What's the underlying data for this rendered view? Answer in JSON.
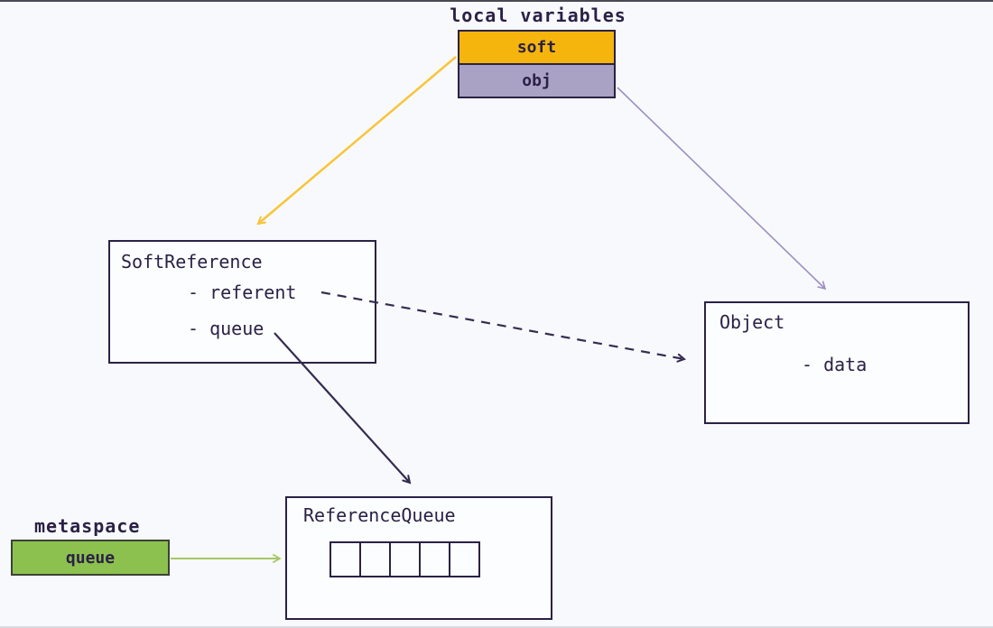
{
  "labels": {
    "local_variables": "local variables",
    "metaspace": "metaspace"
  },
  "stack": {
    "soft": "soft",
    "obj": "obj"
  },
  "soft_reference": {
    "title": "SoftReference",
    "field_referent": "- referent",
    "field_queue": "- queue"
  },
  "object": {
    "title": "Object",
    "field_data": "- data"
  },
  "reference_queue": {
    "title": "ReferenceQueue",
    "cell_count": 5
  },
  "metaspace_box": {
    "label": "queue"
  },
  "colors": {
    "background": "#f8f9fc",
    "text": "#2b2147",
    "soft_fill": "#f5b50c",
    "obj_fill": "#a9a2c4",
    "metaspace_fill": "#8cc04f",
    "arrow_soft_to_softreference": "#f8c53a",
    "arrow_obj_to_object": "#9d8fc6",
    "arrow_referent_to_object": "#352b52",
    "arrow_queue_to_referencequeue": "#352b52",
    "arrow_metaspace_to_referencequeue": "#a6c766"
  },
  "edges": [
    {
      "from": "soft",
      "to": "SoftReference",
      "style": "solid",
      "color": "#f8c53a"
    },
    {
      "from": "obj",
      "to": "Object",
      "style": "solid",
      "color": "#9d8fc6"
    },
    {
      "from": "SoftReference.referent",
      "to": "Object",
      "style": "dashed",
      "color": "#352b52"
    },
    {
      "from": "SoftReference.queue",
      "to": "ReferenceQueue",
      "style": "solid",
      "color": "#352b52"
    },
    {
      "from": "metaspace.queue",
      "to": "ReferenceQueue",
      "style": "solid",
      "color": "#a6c766"
    }
  ]
}
